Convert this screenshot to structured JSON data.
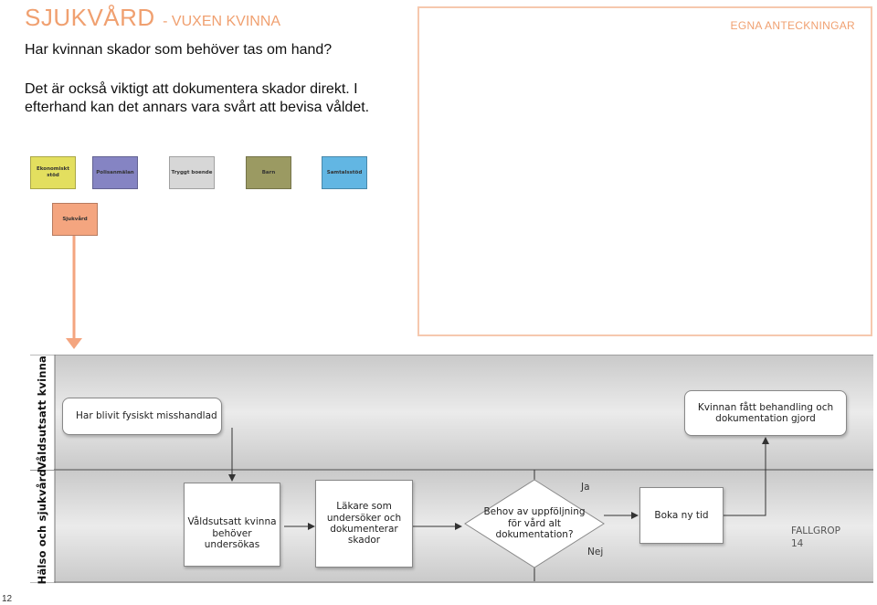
{
  "header": {
    "title": "SJUKVÅRD",
    "subtitle": "- VUXEN KVINNA"
  },
  "question": "Har kvinnan skador som behöver tas om hand?",
  "body_text": "Det är också viktigt att dokumentera skador direkt. I efterhand kan det annars vara svårt att bevisa våldet.",
  "notes": {
    "label": "EGNA ANTECKNINGAR"
  },
  "categories": [
    {
      "label": "Ekonomiskt stöd",
      "color": "#e3df5f"
    },
    {
      "label": "Polisanmälan",
      "color": "#8584c3"
    },
    {
      "label": "Tryggt boende",
      "color": "#d7d7d7"
    },
    {
      "label": "Barn",
      "color": "#9b9a62"
    },
    {
      "label": "Samtalsstöd",
      "color": "#62b6e3"
    }
  ],
  "current_category": {
    "label": "Sjukvård",
    "color": "#f4a57f"
  },
  "diagram": {
    "lanes": [
      {
        "label": "Våldsutsatt kvinna"
      },
      {
        "label": "Hälso och sjukvård"
      }
    ],
    "nodes": {
      "misshandlad": "Har blivit fysiskt misshandlad",
      "behandling": "Kvinnan fått behandling och dokumentation gjord",
      "undersokas": "Våldsutsatt kvinna behöver undersökas",
      "lakare": "Läkare som undersöker och dokumenterar skador",
      "decision": "Behov av uppföljning för vård alt dokumentation?",
      "boka": "Boka ny tid"
    },
    "labels": {
      "yes": "Ja",
      "no": "Nej"
    },
    "fallgrop": {
      "label": "FALLGROP",
      "number": "14"
    }
  },
  "page_number": "12"
}
